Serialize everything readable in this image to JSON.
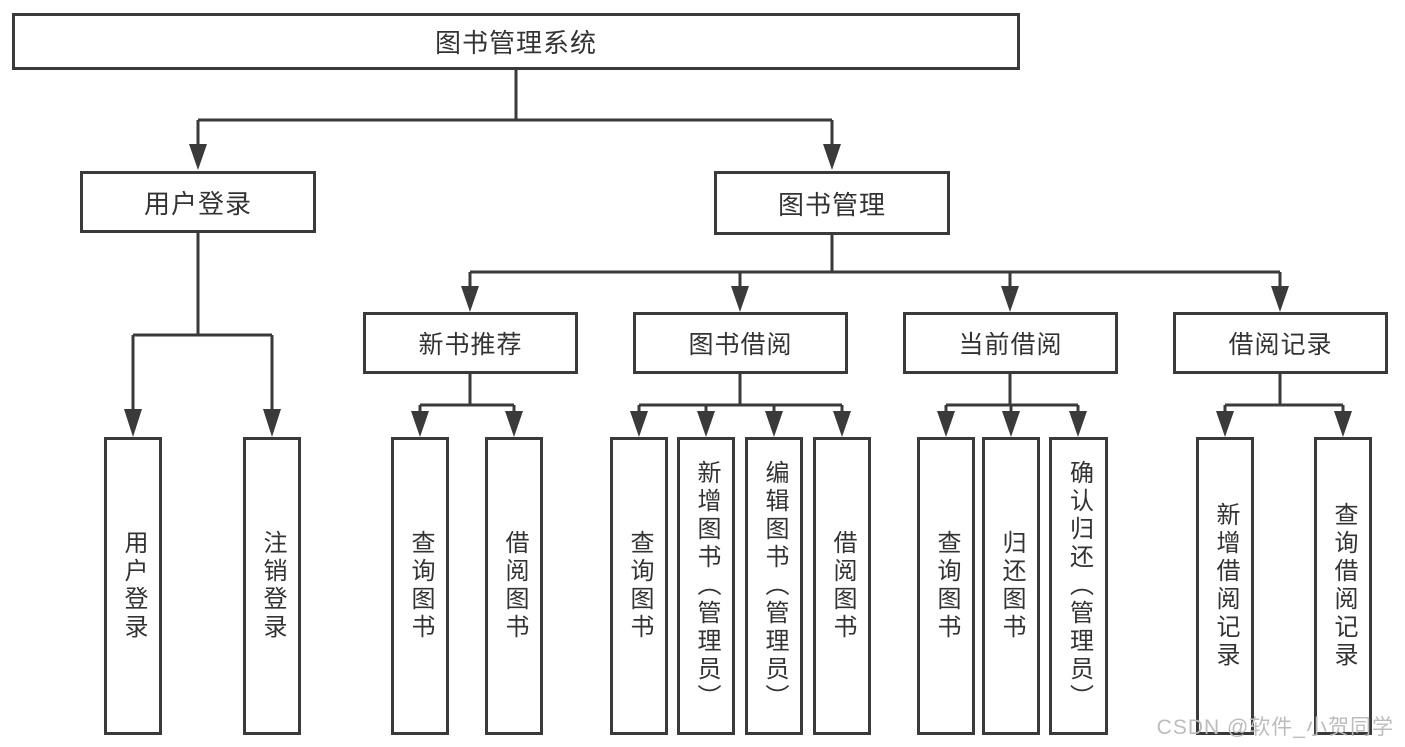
{
  "diagram": {
    "type": "hierarchy-tree",
    "line_color": "#3a3a3a",
    "text_color": "#333333",
    "box_background": "#ffffff",
    "watermark_color": "#bcbcbc"
  },
  "nodes": {
    "l1_root": "图书管理系统",
    "l2_user_login": "用户登录",
    "l2_book_management": "图书管理",
    "l3_new_book_recommend": "新书推荐",
    "l3_book_borrowing": "图书借阅",
    "l3_current_borrowing": "当前借阅",
    "l3_borrowing_records": "借阅记录",
    "l4_user_login": "用户登录",
    "l4_logout": "注销登录",
    "l4_nb_query_books": "查询图书",
    "l4_nb_borrow_books": "借阅图书",
    "l4_bb_query_books": "查询图书",
    "l4_bb_add_books_admin": "新增图书（管理员）",
    "l4_bb_edit_books_admin": "编辑图书（管理员）",
    "l4_bb_borrow_books": "借阅图书",
    "l4_cb_query_books": "查询图书",
    "l4_cb_return_books": "归还图书",
    "l4_cb_confirm_return_admin": "确认归还（管理员）",
    "l4_br_add_record": "新增借阅记录",
    "l4_br_query_record": "查询借阅记录"
  },
  "watermark": "CSDN @软件_小贺同学"
}
